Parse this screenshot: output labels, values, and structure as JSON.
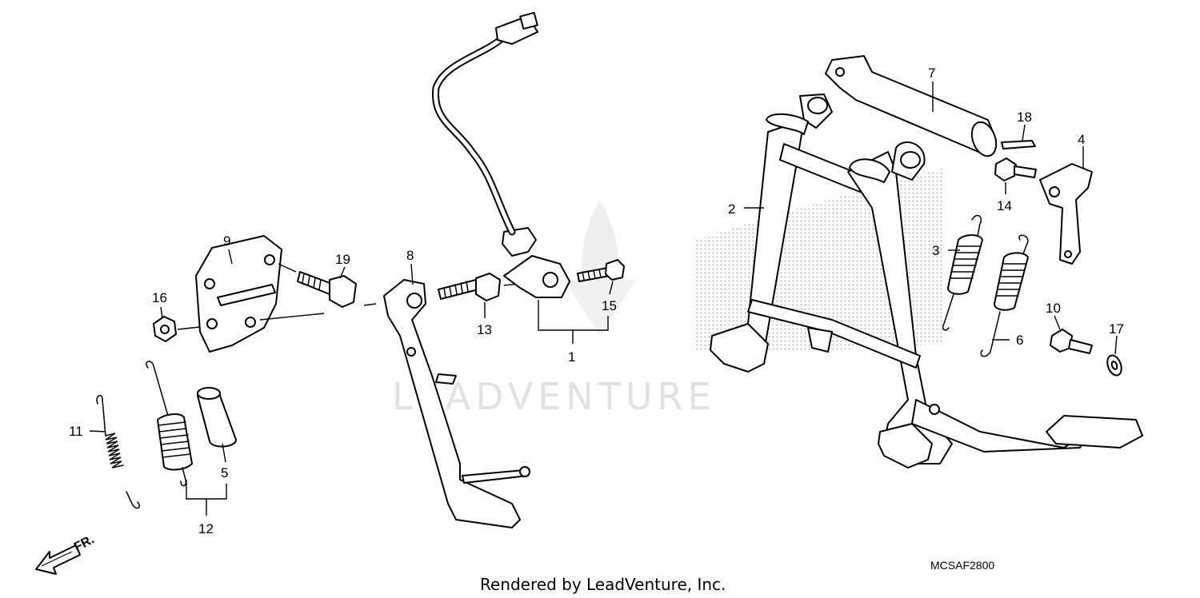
{
  "callouts": {
    "c1": "1",
    "c2": "2",
    "c3": "3",
    "c4": "4",
    "c5": "5",
    "c6": "6",
    "c7": "7",
    "c8": "8",
    "c9": "9",
    "c10": "10",
    "c11": "11",
    "c12": "12",
    "c13": "13",
    "c14": "14",
    "c15": "15",
    "c16": "16",
    "c17": "17",
    "c18": "18",
    "c19": "19"
  },
  "watermark": "LEADVENTURE",
  "diagram_code": "MCSAF2800",
  "footer": "Rendered by LeadVenture, Inc.",
  "direction_label": "FR."
}
